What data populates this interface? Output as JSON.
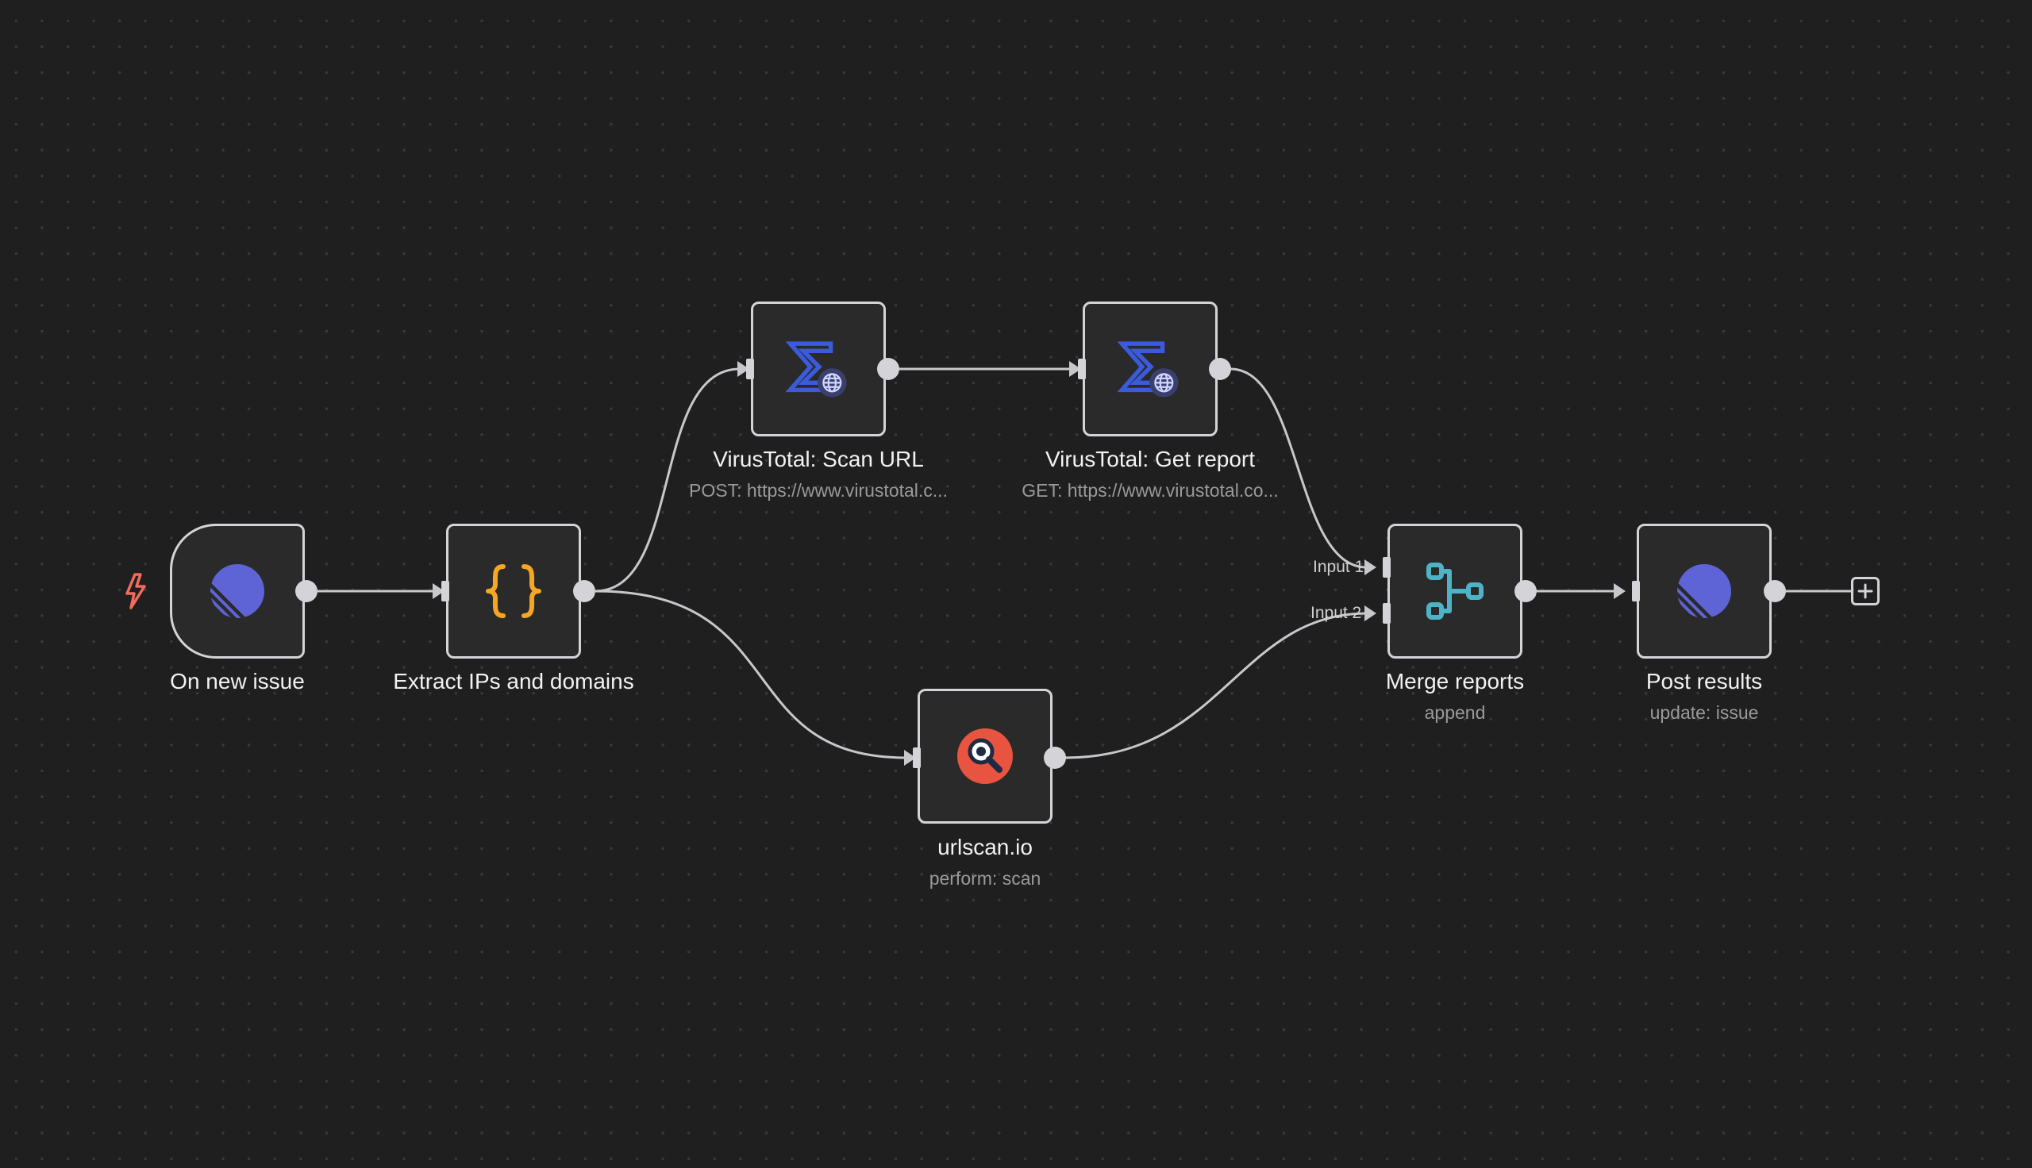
{
  "workflow": {
    "nodes": {
      "on_new_issue": {
        "title": "On new issue",
        "subtitle": "",
        "icon": "linear-icon"
      },
      "extract": {
        "title": "Extract IPs and domains",
        "subtitle": "",
        "icon": "code-braces-icon"
      },
      "vt_scan": {
        "title": "VirusTotal: Scan URL",
        "subtitle": "POST: https://www.virustotal.c...",
        "icon": "virustotal-http-icon"
      },
      "vt_report": {
        "title": "VirusTotal: Get report",
        "subtitle": "GET: https://www.virustotal.co...",
        "icon": "virustotal-http-icon"
      },
      "urlscan": {
        "title": "urlscan.io",
        "subtitle": "perform: scan",
        "icon": "urlscan-icon"
      },
      "merge": {
        "title": "Merge reports",
        "subtitle": "append",
        "icon": "merge-icon",
        "inputs": [
          "Input 1",
          "Input 2"
        ]
      },
      "post": {
        "title": "Post results",
        "subtitle": "update: issue",
        "icon": "linear-icon"
      }
    },
    "colors": {
      "background": "#1f1f1f",
      "node_fill": "#2a2a2a",
      "node_border": "#d4d4d8",
      "edge": "#c8c8cc",
      "trigger_bolt": "#f26b5b",
      "linear": "#5e63d6",
      "code_braces": "#f5a623",
      "virustotal": "#3b5bdb",
      "urlscan": "#e8543f",
      "merge": "#4fb3c8"
    }
  }
}
